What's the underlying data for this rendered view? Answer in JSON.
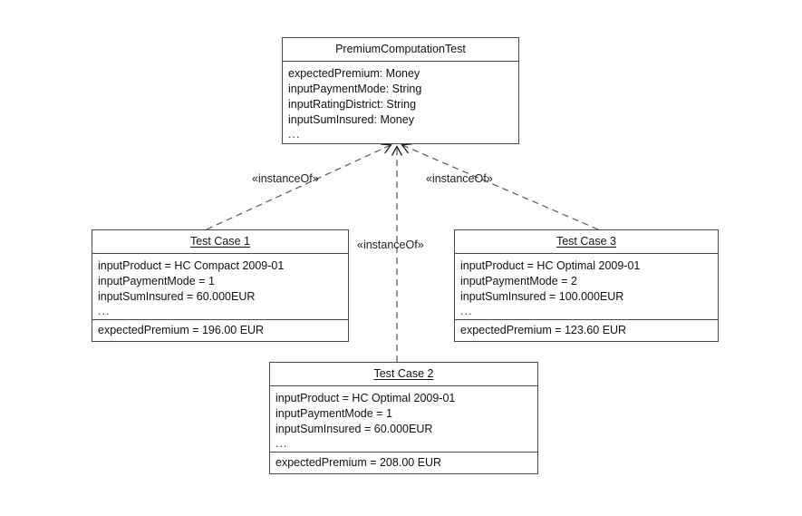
{
  "diagram": {
    "type": "uml-object-diagram",
    "background_color": "#ffffff",
    "line_color": "#4a4a4a",
    "text_color": "#111111"
  },
  "classifier": {
    "name": "PremiumComputationTest",
    "underlined": false,
    "attributes": [
      "expectedPremium: Money",
      "inputPaymentMode: String",
      "inputRatingDistrict: String",
      "inputSumInsured: Money"
    ],
    "ellipsis": "..."
  },
  "instances": [
    {
      "name": "Test Case 1",
      "underlined": true,
      "slots": [
        "inputProduct = HC Compact 2009-01",
        "inputPaymentMode = 1",
        "inputSumInsured = 60.000EUR"
      ],
      "ellipsis": "...",
      "result": "expectedPremium = 196.00 EUR"
    },
    {
      "name": "Test Case 3",
      "underlined": true,
      "slots": [
        "inputProduct = HC Optimal 2009-01",
        "inputPaymentMode = 2",
        "inputSumInsured = 100.000EUR"
      ],
      "ellipsis": "...",
      "result": "expectedPremium = 123.60 EUR"
    },
    {
      "name": "Test Case 2",
      "underlined": true,
      "slots": [
        "inputProduct = HC Optimal 2009-01",
        "inputPaymentMode = 1",
        "inputSumInsured = 60.000EUR"
      ],
      "ellipsis": "...",
      "result": "expectedPremium = 208.00 EUR"
    }
  ],
  "relations": [
    {
      "label": "«instanceOf»",
      "from": "Test Case 1",
      "to": "PremiumComputationTest",
      "style": "dashed"
    },
    {
      "label": "«instanceOf»",
      "from": "Test Case 3",
      "to": "PremiumComputationTest",
      "style": "dashed"
    },
    {
      "label": "«instanceOf»",
      "from": "Test Case 2",
      "to": "PremiumComputationTest",
      "style": "dashed"
    }
  ]
}
